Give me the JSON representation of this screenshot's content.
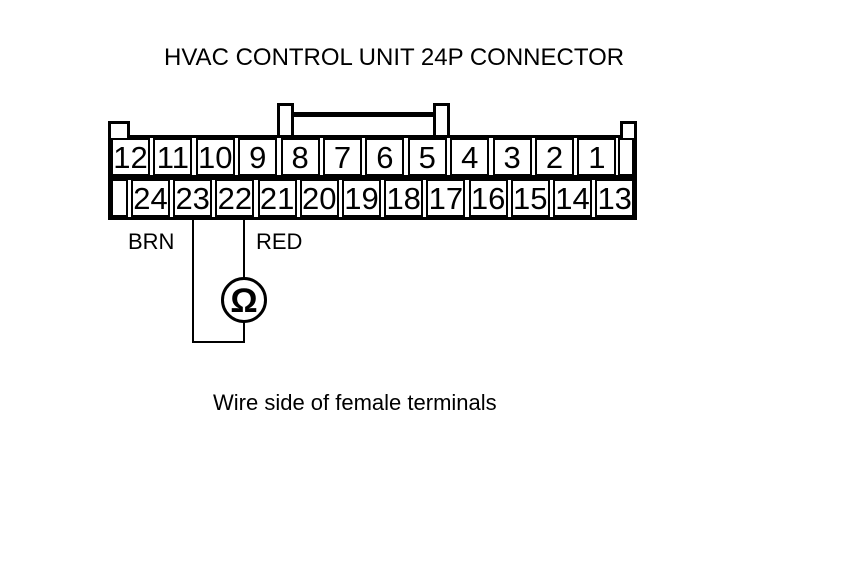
{
  "title": "HVAC CONTROL UNIT 24P CONNECTOR",
  "caption": "Wire side of female terminals",
  "connector": {
    "top_row_pins": [
      "12",
      "11",
      "10",
      "9",
      "8",
      "7",
      "6",
      "5",
      "4",
      "3",
      "2",
      "1"
    ],
    "bottom_row_pins": [
      "24",
      "23",
      "22",
      "21",
      "20",
      "19",
      "18",
      "17",
      "16",
      "15",
      "14",
      "13"
    ]
  },
  "measurement": {
    "lead_a": {
      "pin": "23",
      "wire_color_label": "BRN"
    },
    "lead_b": {
      "pin": "22",
      "wire_color_label": "RED"
    },
    "meter_symbol": "Ω",
    "meter_name": "ohmmeter"
  },
  "colors": {
    "line": "#000000",
    "background": "#ffffff"
  }
}
